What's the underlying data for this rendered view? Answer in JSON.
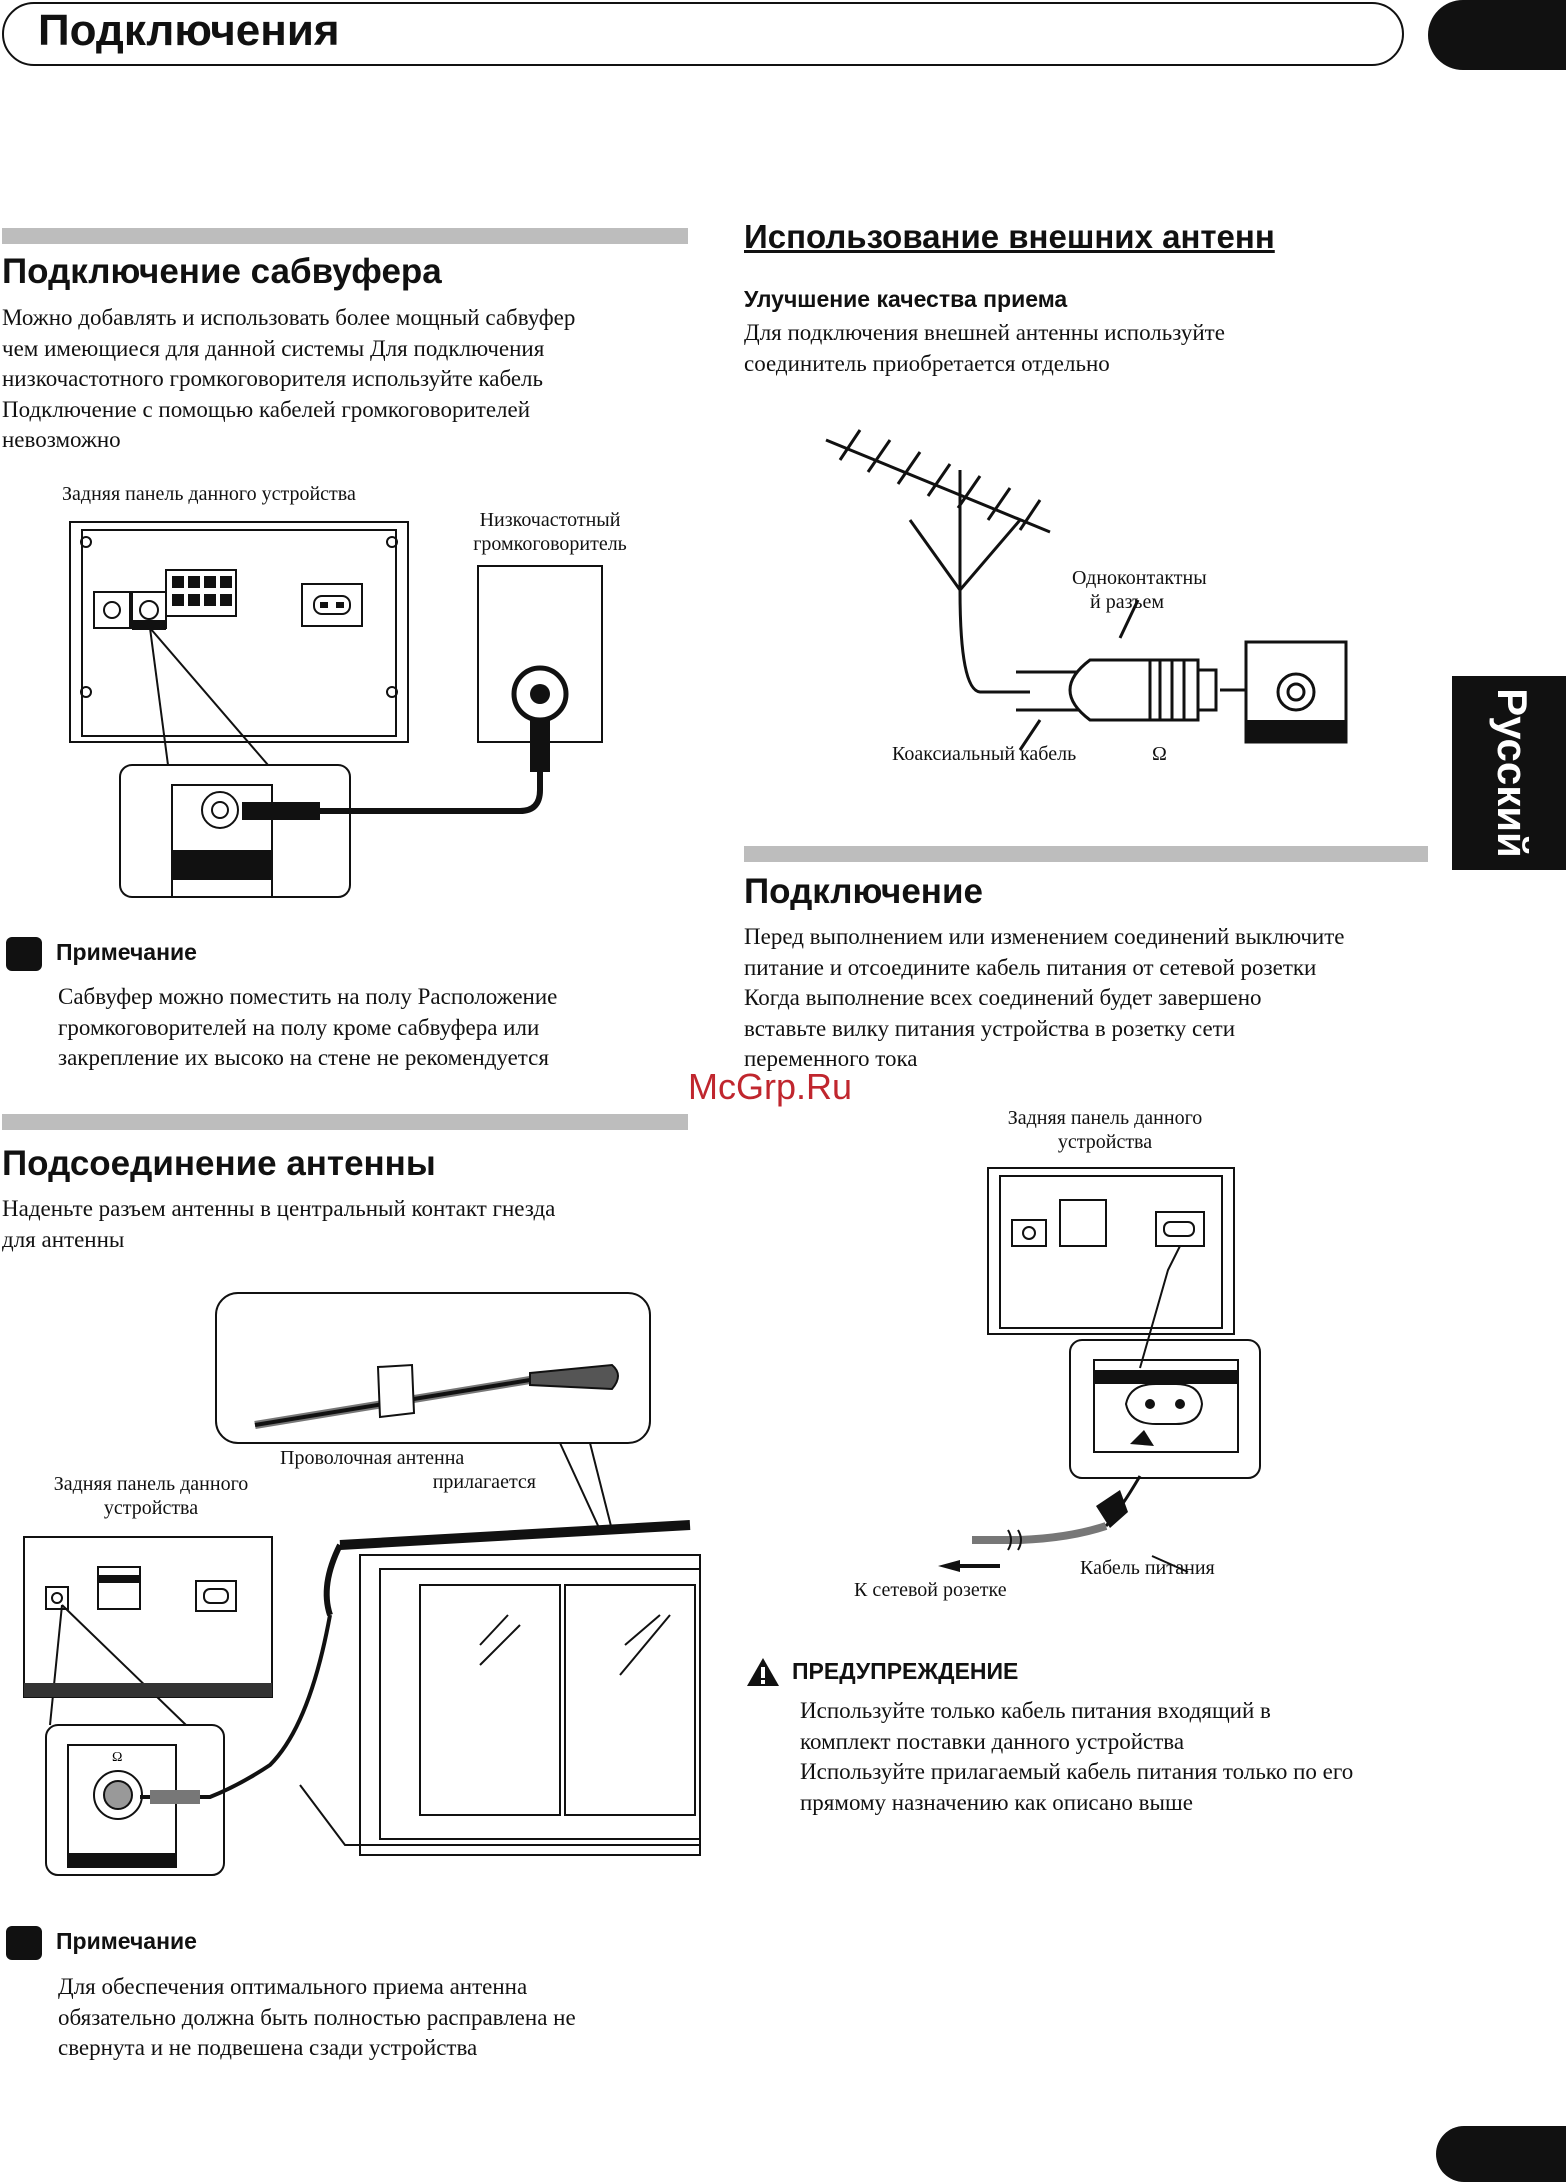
{
  "header": {
    "title": "Подключения"
  },
  "side_tab": {
    "language": "Русский"
  },
  "watermark": "McGrp.Ru",
  "subwoofer": {
    "heading": "Подключение сабвуфера",
    "paragraph": [
      "Можно добавлять и использовать более мощный сабвуфер",
      "чем имеющиеся для данной системы  Для подключения",
      "низкочастотного громкоговорителя используйте кабель",
      "Подключение с помощью кабелей громкоговорителей",
      "невозможно"
    ],
    "label_rear": "Задняя панель данного устройства",
    "label_sub": [
      "Низкочастотный",
      "громкоговоритель"
    ],
    "note_title": "Примечание",
    "note_lines": [
      "Сабвуфер можно поместить на полу  Расположение",
      "громкоговорителей на полу  кроме сабвуфера  или",
      "закрепление их высоко на стене не рекомендуется"
    ]
  },
  "antenna": {
    "heading": "Подсоединение антенны",
    "paragraph": [
      "Наденьте разъем антенны         в центральный контакт гнезда",
      "для антенны"
    ],
    "label_wire": [
      "Проволочная антенна",
      "прилагается"
    ],
    "label_rear": [
      "Задняя панель данного",
      "устройства"
    ],
    "omega": "Ω",
    "note_title": "Примечание",
    "note_lines": [
      "Для обеспечения оптимального приема антенна",
      "обязательно должна быть полностью расправлена  не",
      "свернута и не подвешена сзади устройства"
    ]
  },
  "external": {
    "heading": "Использование внешних антенн",
    "subheading": "Улучшение качества приема",
    "paragraph": [
      "Для подключения внешней         антенны используйте",
      "соединитель  приобретается отдельно"
    ],
    "label_plug": [
      "Одноконтактны",
      "й разъем"
    ],
    "label_coax": "Коаксиальный кабель",
    "omega": "Ω"
  },
  "connection": {
    "heading": "Подключение",
    "paragraph": [
      "Перед выполнением или изменением соединений выключите",
      "питание и отсоедините кабель питания от сетевой розетки",
      "Когда выполнение всех соединений будет завершено",
      "вставьте вилку питания устройства в розетку сети",
      "переменного тока"
    ],
    "label_rear": [
      "Задняя панель данного",
      "устройства"
    ],
    "label_cable": "Кабель питания",
    "label_outlet": "К сетевой розетке",
    "warning_title": "ПРЕДУПРЕЖДЕНИЕ",
    "warning_lines": [
      "Используйте только кабель питания  входящий в",
      "комплект поставки данного устройства",
      "Используйте прилагаемый кабель питания только по его",
      "прямому назначению  как описано выше"
    ]
  }
}
